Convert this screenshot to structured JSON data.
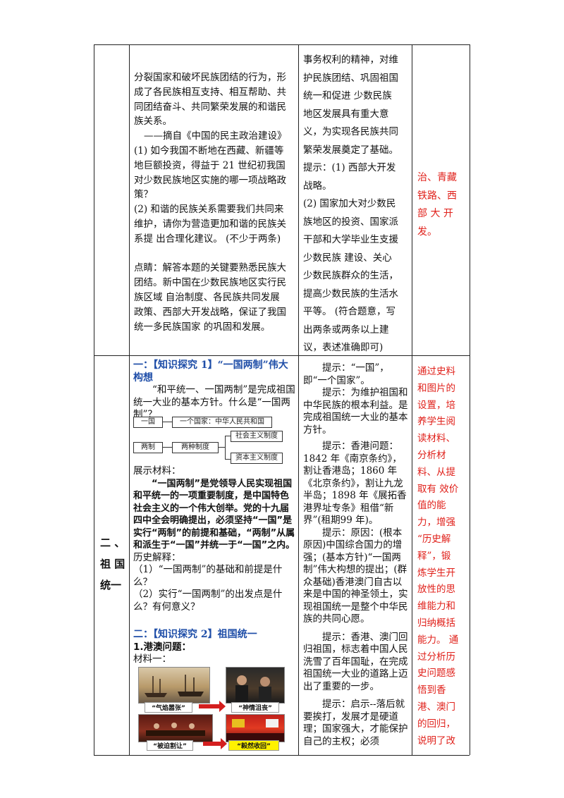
{
  "top_row": {
    "col2_lines": [
      "分裂国家和破坏民族团结的行为，形",
      "成了各民族相互支持、相互帮助、共",
      "同团结奋斗、共同繁荣发展的和谐民",
      "族关系。",
      "——摘自《中国的民主政治建设》",
      "(1) 如今我国不断地在西藏、新疆等",
      "地巨额投资，得益于 21 世纪初我国",
      "对少数民族地区实施的哪一项战略政",
      "策？",
      "(2) 和谐的民族关系需要我们共同来",
      "维护，请你为营造更加和谐的民族关",
      "系提 出合理化建议。 (不少于两条)",
      "",
      "点睛：解答本题的关键要熟悉民族大",
      "团结。新中国在少数民族地区实行民",
      "族区域 自治制度、各民族共同发展",
      "政策、西部大开发战略，保证了我国",
      "统一多民族国家 的巩固和发展。"
    ],
    "col3_lines": [
      "事务权利的精神，对维",
      "护民族团结、巩固祖国",
      "统一和促进 少数民族",
      "地区发展具有重大意",
      "义，为实现各民族共同",
      "繁荣发展奠定了基础。",
      "提示：(1) 西部大开发",
      "战略。",
      "(2) 国家加大对少数民",
      "族地区的投资、国家派",
      "干部和大学毕业生支援",
      "少数民族 建设、关心",
      "少数民族群众的生活，",
      "提高少数民族的生活水",
      "平等。 (符合题意，写",
      "出两条或两条以上建",
      "议，表述准确即可)"
    ],
    "col4_lines": [
      "治、青藏",
      "铁路、西",
      "部 大 开",
      "发。"
    ]
  },
  "bottom_row": {
    "col1_label": [
      "二 、",
      "祖 国",
      "统一"
    ],
    "col2": {
      "heading1": "一：【知识探究 1】“一国两制”伟大构想",
      "intro": "“和平统一、一国两制”是完成祖国统一大业的基本方针。什么是“一国两制”？",
      "diagram": {
        "box_yiguo": "一国",
        "box_yiguo_def": "一个国家：中华人民共和国",
        "box_liangzhi": "两制",
        "box_liangzhi_def": "两种制度",
        "box_socialism": "社会主义制度",
        "box_capitalism": "资本主义制度"
      },
      "material_label": "展示材料：",
      "material_text": "“一国两制”是党领导人民实现祖国和平统一的一项重要制度，是中国特色社会主义的一个伟大创举。党的十九届四中全会明确提出，必须坚持“一国”是实行“两制”的前提和基础，“两制”从属和派生于“一国”并统一于“一国”之内。",
      "history_label": "历史解释：",
      "q1": "（1）“一国两制”的基础和前提是什么？",
      "q2": "（2）实行“一国两制”的出发点是什么？有何意义？",
      "heading2": "二：【知识探究 2】祖国统一",
      "sub1": "1.港澳问题：",
      "material1": "材料一：",
      "captions": [
        "“气焰嚣张”",
        "“神情沮丧”",
        "“被迫割让”",
        "“毅然收回”"
      ]
    },
    "col3_paras": [
      "提示：“一国”，即“一个国家”。",
      "提示：为维护祖国和中华民族的根本利益。是完成祖国统一大业的基本方针。",
      "提示：香港问题：1842 年《南京条约》，割让香港岛；1860 年《北京条约》，割让九龙半岛；1898 年《展拓香港界址专条》租借“新界”(租期99 年)。",
      "提示：原因：(根本原因)中国综合国力的增强；(基本方针)“一国两制”伟大构想的提出；(群众基础)香港澳门自古以来是中国的神圣领土，实现祖国统一是整个中华民族的共同心愿。",
      "提示：香港、澳门回归祖国，标志着中国人民洗雪了百年国耻，在完成祖国统一大业的道路上迈出了重要的一步。",
      "提示：启示--落后就要挨打，发展才是硬道理；国家强大，才能保护自己的主权；必须"
    ],
    "col4_lines": [
      "通过史料",
      "和图片的",
      "设置，培",
      "养学生阅",
      "读材料、",
      "分析材",
      "料、从提",
      "取有 效价",
      "值的能",
      "力，增强",
      "“历史解",
      "释”，锻",
      "炼学生开",
      "放性的思",
      "维能力和",
      "归纳概括",
      "能力。 通",
      "过分析历",
      "史问题感",
      "悟到香",
      "港、澳门",
      "的回归，",
      "说明了改"
    ]
  },
  "colors": {
    "red": "#e0201a",
    "blue": "#1f4ea8",
    "arrow": "#d41f1f"
  }
}
